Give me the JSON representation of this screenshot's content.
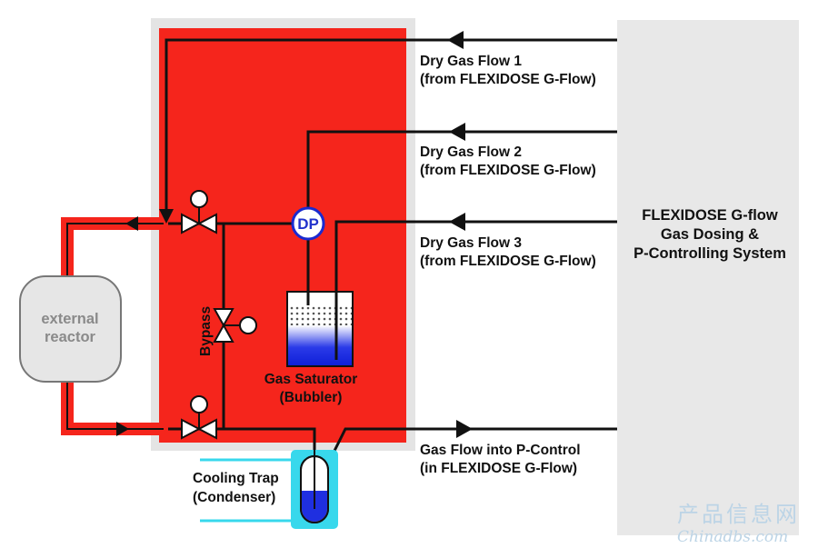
{
  "flows": {
    "dry1": {
      "line1": "Dry Gas Flow 1",
      "line2": "(from FLEXIDOSE G-Flow)"
    },
    "dry2": {
      "line1": "Dry Gas Flow 2",
      "line2": "(from FLEXIDOSE G-Flow)"
    },
    "dry3": {
      "line1": "Dry Gas Flow 3",
      "line2": "(from FLEXIDOSE G-Flow)"
    },
    "pcontrol": {
      "line1": "Gas Flow into P-Control",
      "line2": "(in FLEXIDOSE G-Flow)"
    }
  },
  "system": {
    "line1": "FLEXIDOSE G-flow",
    "line2": "Gas Dosing &",
    "line3": "P-Controlling System"
  },
  "reactor": {
    "line1": "external",
    "line2": "reactor"
  },
  "dp_label": "DP",
  "bypass_label": "Bypass",
  "saturator": {
    "line1": "Gas Saturator",
    "line2": "(Bubbler)"
  },
  "cooling": {
    "line1": "Cooling Trap",
    "line2": "(Condenser)"
  },
  "watermark": {
    "line1": "产品信息网",
    "line2": "Chinadbs.com"
  },
  "colors": {
    "heater_red": "#f5251c",
    "panel_gray": "#e4e4e4",
    "system_gray": "#e8e8e8",
    "liquid_blue": "#1f2fe0",
    "coolant_cyan": "#38d8ec",
    "pipe_black": "#111111"
  },
  "icons": [
    "valve-icon",
    "arrow-left-icon",
    "arrow-right-icon",
    "dp-gauge-icon"
  ]
}
